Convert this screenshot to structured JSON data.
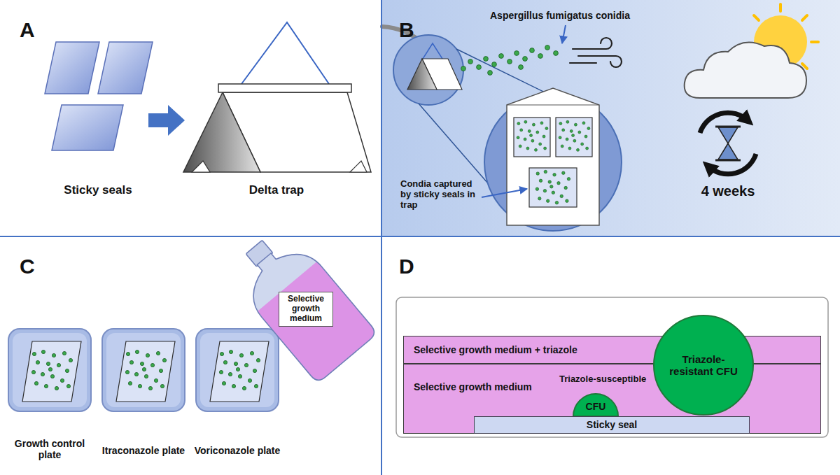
{
  "diagram": {
    "nodes": [
      {
        "text": [
          "Selective growth medium"
        ]
      },
      {
        "text": [
          "Selective growth medium + triazole"
        ]
      },
      {
        "text": [
          "Selective growth medium"
        ]
      },
      {
        "text": [
          "Triazole-susceptible",
          "CFU"
        ],
        "in": 2
      },
      {
        "text": [
          "Triazole-resistant CFU"
        ]
      },
      {
        "text": [
          "Sticky seal"
        ],
        "in": 2
      }
    ],
    "labels": [
      "A",
      "Sticky seals",
      "Delta trap",
      "B",
      "Aspergillus fumigatus conidia",
      "Condia captured by sticky seals in trap",
      "4 weeks",
      "C",
      "Growth control plate",
      "Itraconazole plate",
      "Voriconazole plate",
      "D"
    ]
  }
}
